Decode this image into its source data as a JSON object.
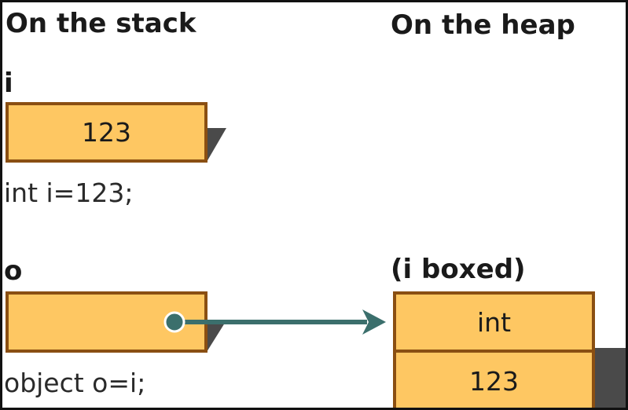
{
  "headings": {
    "stack": "On the stack",
    "heap": "On the heap"
  },
  "stack": {
    "i": {
      "name": "i",
      "value": "123",
      "declaration": "int i=123;"
    },
    "o": {
      "name": "o",
      "declaration": "object o=i;"
    }
  },
  "heap": {
    "label": "(i boxed)",
    "type_cell": "int",
    "value_cell": "123"
  },
  "colors": {
    "box_fill": "#fec762",
    "box_border": "#8a4f12",
    "shadow": "#4a4a4a",
    "arrow": "#3b6f6c"
  }
}
